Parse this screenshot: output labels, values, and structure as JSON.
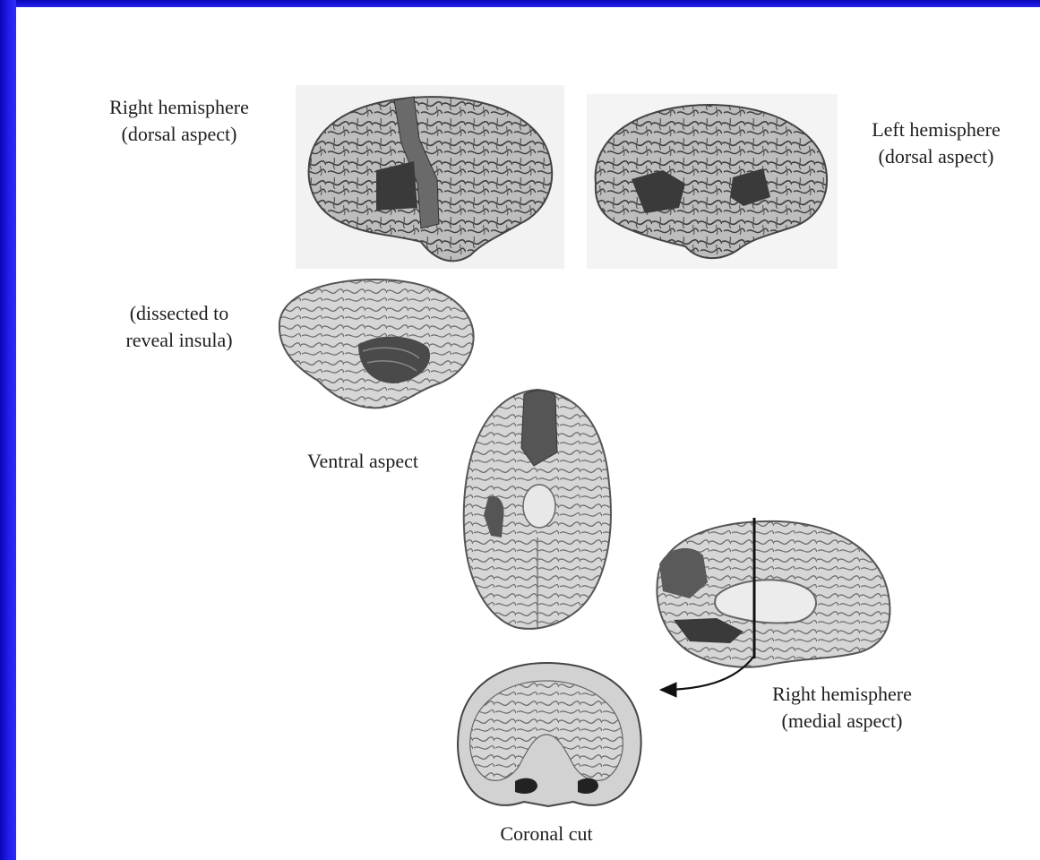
{
  "labels": {
    "right_dorsal": {
      "line1": "Right hemisphere",
      "line2": "(dorsal aspect)"
    },
    "left_dorsal": {
      "line1": "Left hemisphere",
      "line2": "(dorsal aspect)"
    },
    "insula": {
      "line1": "(dissected to",
      "line2": "reveal insula)"
    },
    "ventral": "Ventral aspect",
    "right_medial": {
      "line1": "Right hemisphere",
      "line2": "(medial aspect)"
    },
    "coronal": "Coronal cut"
  }
}
